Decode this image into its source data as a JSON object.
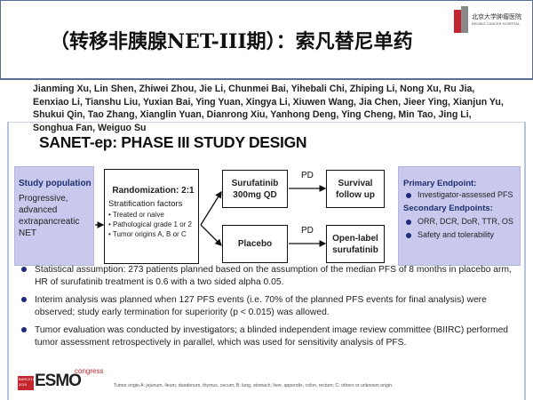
{
  "header": {
    "title": "（转移非胰腺NET-III期）：索凡替尼单药",
    "logo_cn": "北京大学肿瘤医院",
    "logo_en": "BEIJING CANCER HOSPITAL"
  },
  "authors": "Jianming Xu, Lin Shen, Zhiwei Zhou, Jie Li, Chunmei Bai, Yihebali Chi, Zhiping Li, Nong Xu, Ru Jia, Eenxiao Li, Tianshu Liu, Yuxian Bai, Ying Yuan, Xingya Li, Xiuwen Wang, Jia Chen, Jieer Ying, Xianjun Yu, Shukui Qin, Tao Zhang, Xianglin Yuan, Dianrong Xiu, Yanhong Deng, Ying Cheng, Min Tao, Jing Li, Songhua Fan, Weiguo Su",
  "slide": {
    "title": "SANET-ep: PHASE III STUDY DESIGN",
    "population": {
      "heading": "Study population",
      "text": "Progressive, advanced extrapancreatic NET"
    },
    "randomization": {
      "heading": "Randomization: 2:1",
      "sub": "Stratification factors",
      "items": [
        "• Treated or naive",
        "• Pathological grade 1 or 2",
        "• Tumor origins A, B or C"
      ]
    },
    "arm1": {
      "line1": "Surufatinib",
      "line2": "300mg QD"
    },
    "arm2": "Placebo",
    "pd": "PD",
    "out1": {
      "line1": "Survival",
      "line2": "follow up"
    },
    "out2": {
      "line1": "Open-label",
      "line2": "surufatinib"
    },
    "endpoints": {
      "primary_heading": "Primary Endpoint:",
      "primary": [
        "Investigator-assessed PFS"
      ],
      "secondary_heading": "Secondary Endpoints:",
      "secondary": [
        "ORR, DCR, DoR, TTR, OS",
        "Safety and tolerability"
      ]
    },
    "bullets": [
      "Statistical assumption: 273 patients planned based on the assumption of the median PFS of 8 months in placebo arm, HR of surufatinib treatment is 0.6 with a two sided alpha 0.05.",
      "Interim analysis was planned when 127 PFS events (i.e. 70% of the planned PFS events for final analysis) were observed;  study early termination for superiority (p < 0.015) was allowed.",
      "Tumor evaluation was conducted by investigators; a blinded independent image review committee (BIIRC) performed tumor assessment retrospectively in parallel, which was used for sensitivity analysis of PFS."
    ],
    "esmo": {
      "city": "BARCELONA 2019",
      "name": "ESMO",
      "congress": "congress"
    },
    "footnote": "Tumor origin A: jejunum, ileum, duodenum, thymus, cecum; B: lung, stomach, liver, appendix, colon, rectum; C: others or unknown origin."
  }
}
